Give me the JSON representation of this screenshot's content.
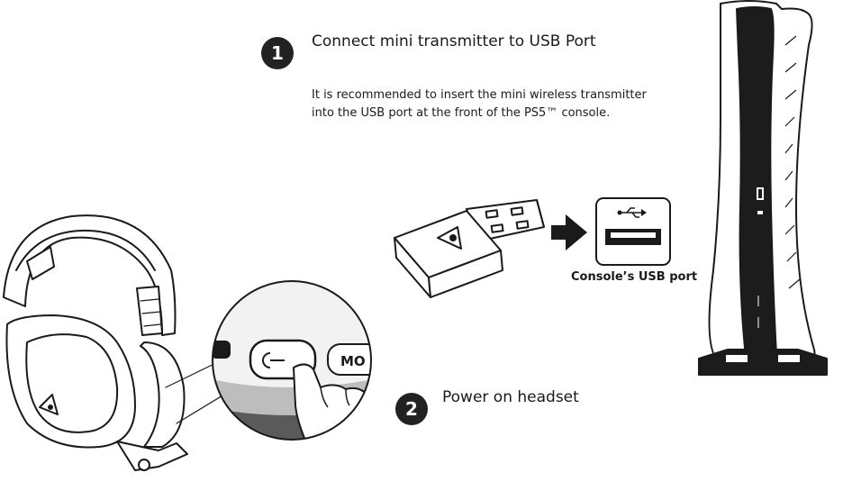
{
  "steps": [
    {
      "number": "1",
      "title": "Connect mini transmitter to USB Port",
      "description_line1": "It is recommended to insert the mini wireless transmitter",
      "description_line2": "into the USB port at the front of the PS5™ console."
    },
    {
      "number": "2",
      "title": "Power on headset"
    }
  ],
  "port_label": "Console’s USB port",
  "button_text": "MO",
  "colors": {
    "ink": "#1a1a1a",
    "badge": "#222222",
    "console_body": "#1c1c1c",
    "panel": "#ffffff"
  },
  "icons": [
    "usb-transmitter-icon",
    "arrow-right-icon",
    "usb-port-icon",
    "ps5-console-icon",
    "headset-icon",
    "power-button-icon",
    "finger-press-icon"
  ]
}
